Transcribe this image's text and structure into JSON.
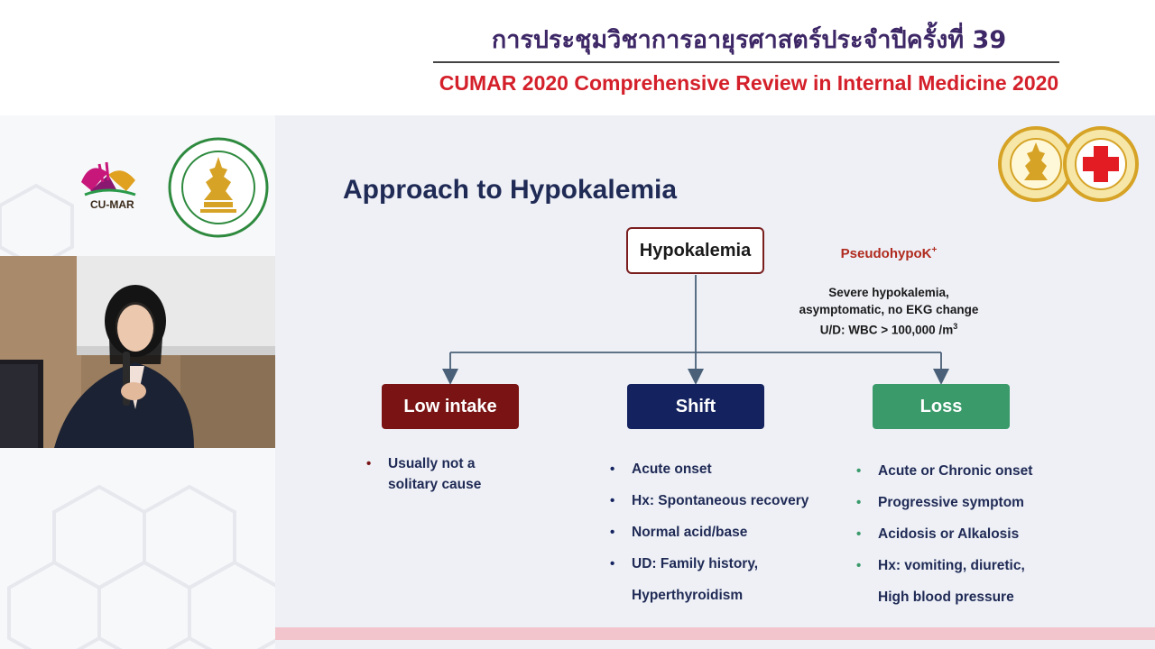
{
  "header": {
    "thai_title": "การประชุมวิชาการอายุรศาสตร์ประจำปีครั้งที่ 39",
    "english_title": "CUMAR 2020 Comprehensive Review in Internal Medicine 2020"
  },
  "logos": {
    "cumar_text": "CU-MAR",
    "seal_icon": "chula-medicine-seal-icon"
  },
  "slide": {
    "title": "Approach to Hypokalemia",
    "root": "Hypokalemia",
    "pseudo": {
      "title": "PseudohypoK",
      "title_sup": "+",
      "line1": "Severe hypokalemia,",
      "line2": "asymptomatic, no EKG change",
      "line3": "U/D: WBC > 100,000 /m",
      "line3_sup": "3"
    },
    "branches": {
      "low": {
        "label": "Low intake",
        "items": [
          "Usually not a solitary cause"
        ]
      },
      "shift": {
        "label": "Shift",
        "items": [
          "Acute onset",
          "Hx: Spontaneous recovery",
          "Normal acid/base",
          "UD: Family history,",
          "Hyperthyroidism"
        ]
      },
      "loss": {
        "label": "Loss",
        "items": [
          "Acute or Chronic onset",
          "Progressive symptom",
          "Acidosis or Alkalosis",
          "Hx: vomiting, diuretic,",
          "High blood pressure"
        ]
      }
    }
  },
  "colors": {
    "header_purple": "#3d2766",
    "header_red": "#d4202a",
    "low_intake": "#7a1414",
    "shift": "#14235f",
    "loss": "#3a9a6a"
  }
}
